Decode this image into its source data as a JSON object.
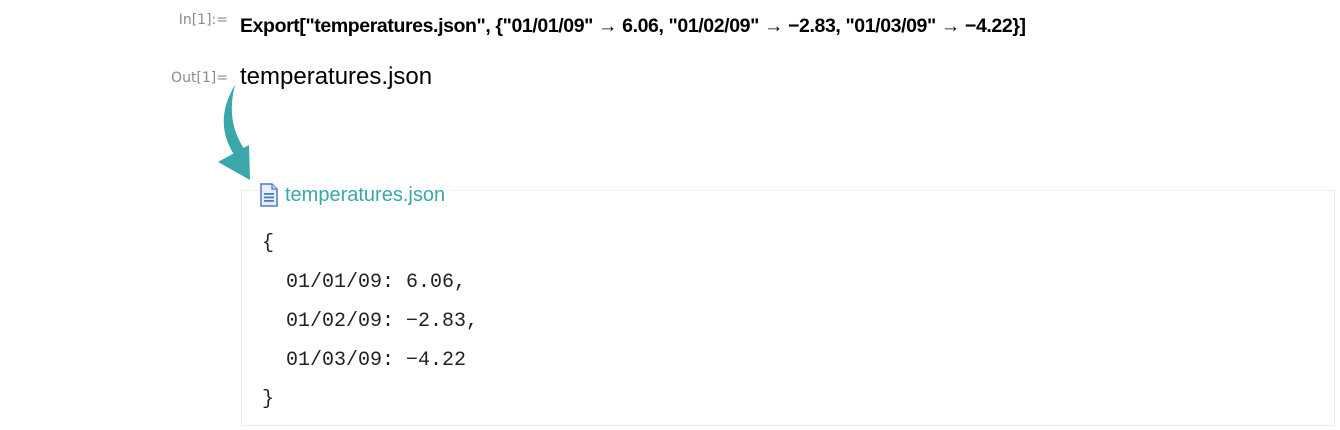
{
  "cells": {
    "input_label": "In[1]:=",
    "input_code": "Export[\"temperatures.json\",  {\"01/01/09\" → 6.06, \"01/02/09\" → −2.83, \"01/03/09\" → −4.22}]",
    "output_label": "Out[1]=",
    "output_value": "temperatures.json"
  },
  "file_preview": {
    "icon": "document-icon",
    "file_name": "temperatures.json",
    "open_brace": "{",
    "entries": [
      {
        "key": "01/01/09",
        "value": "6.06,"
      },
      {
        "key": "01/02/09",
        "value": "−2.83,"
      },
      {
        "key": "01/03/09",
        "value": "−4.22"
      }
    ],
    "close_brace": "}"
  },
  "colors": {
    "accent": "#3aa7a8",
    "label": "#8a8a8a"
  }
}
